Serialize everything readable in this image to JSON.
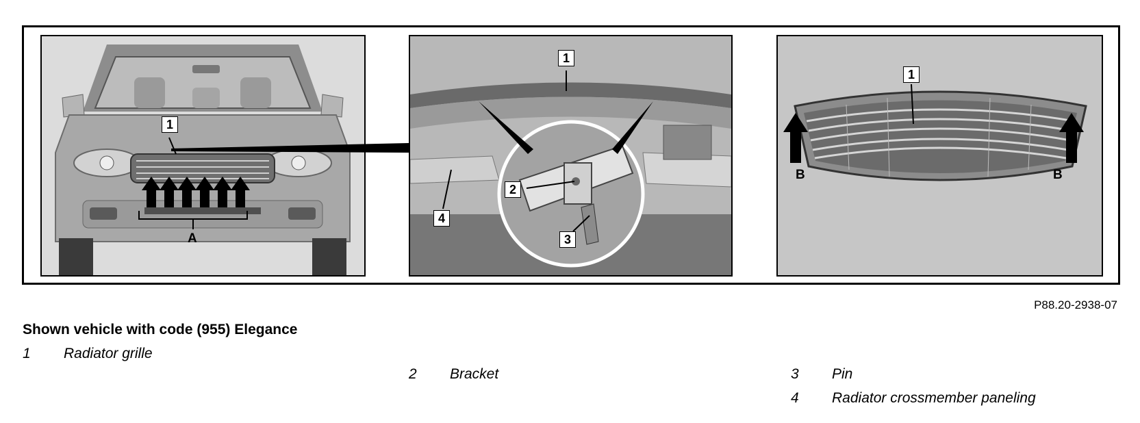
{
  "callouts": {
    "car_1": "1",
    "car_A": "A",
    "clip_1": "1",
    "clip_2": "2",
    "clip_3": "3",
    "clip_4": "4",
    "grille_1": "1",
    "grille_B_left": "B",
    "grille_B_right": "B"
  },
  "figure_id": "P88.20-2938-07",
  "caption": {
    "title": "Shown vehicle with code (955) Elegance"
  },
  "legend": [
    {
      "num": "1",
      "label": "Radiator grille"
    },
    {
      "num": "2",
      "label": "Bracket"
    },
    {
      "num": "3",
      "label": "Pin"
    },
    {
      "num": "4",
      "label": "Radiator crossmember paneling"
    }
  ],
  "colors": {
    "frame": "#000000",
    "panel_background": "#c8c8c8",
    "car_body": "#a6a6a6",
    "grille": "#8a8a8a"
  }
}
